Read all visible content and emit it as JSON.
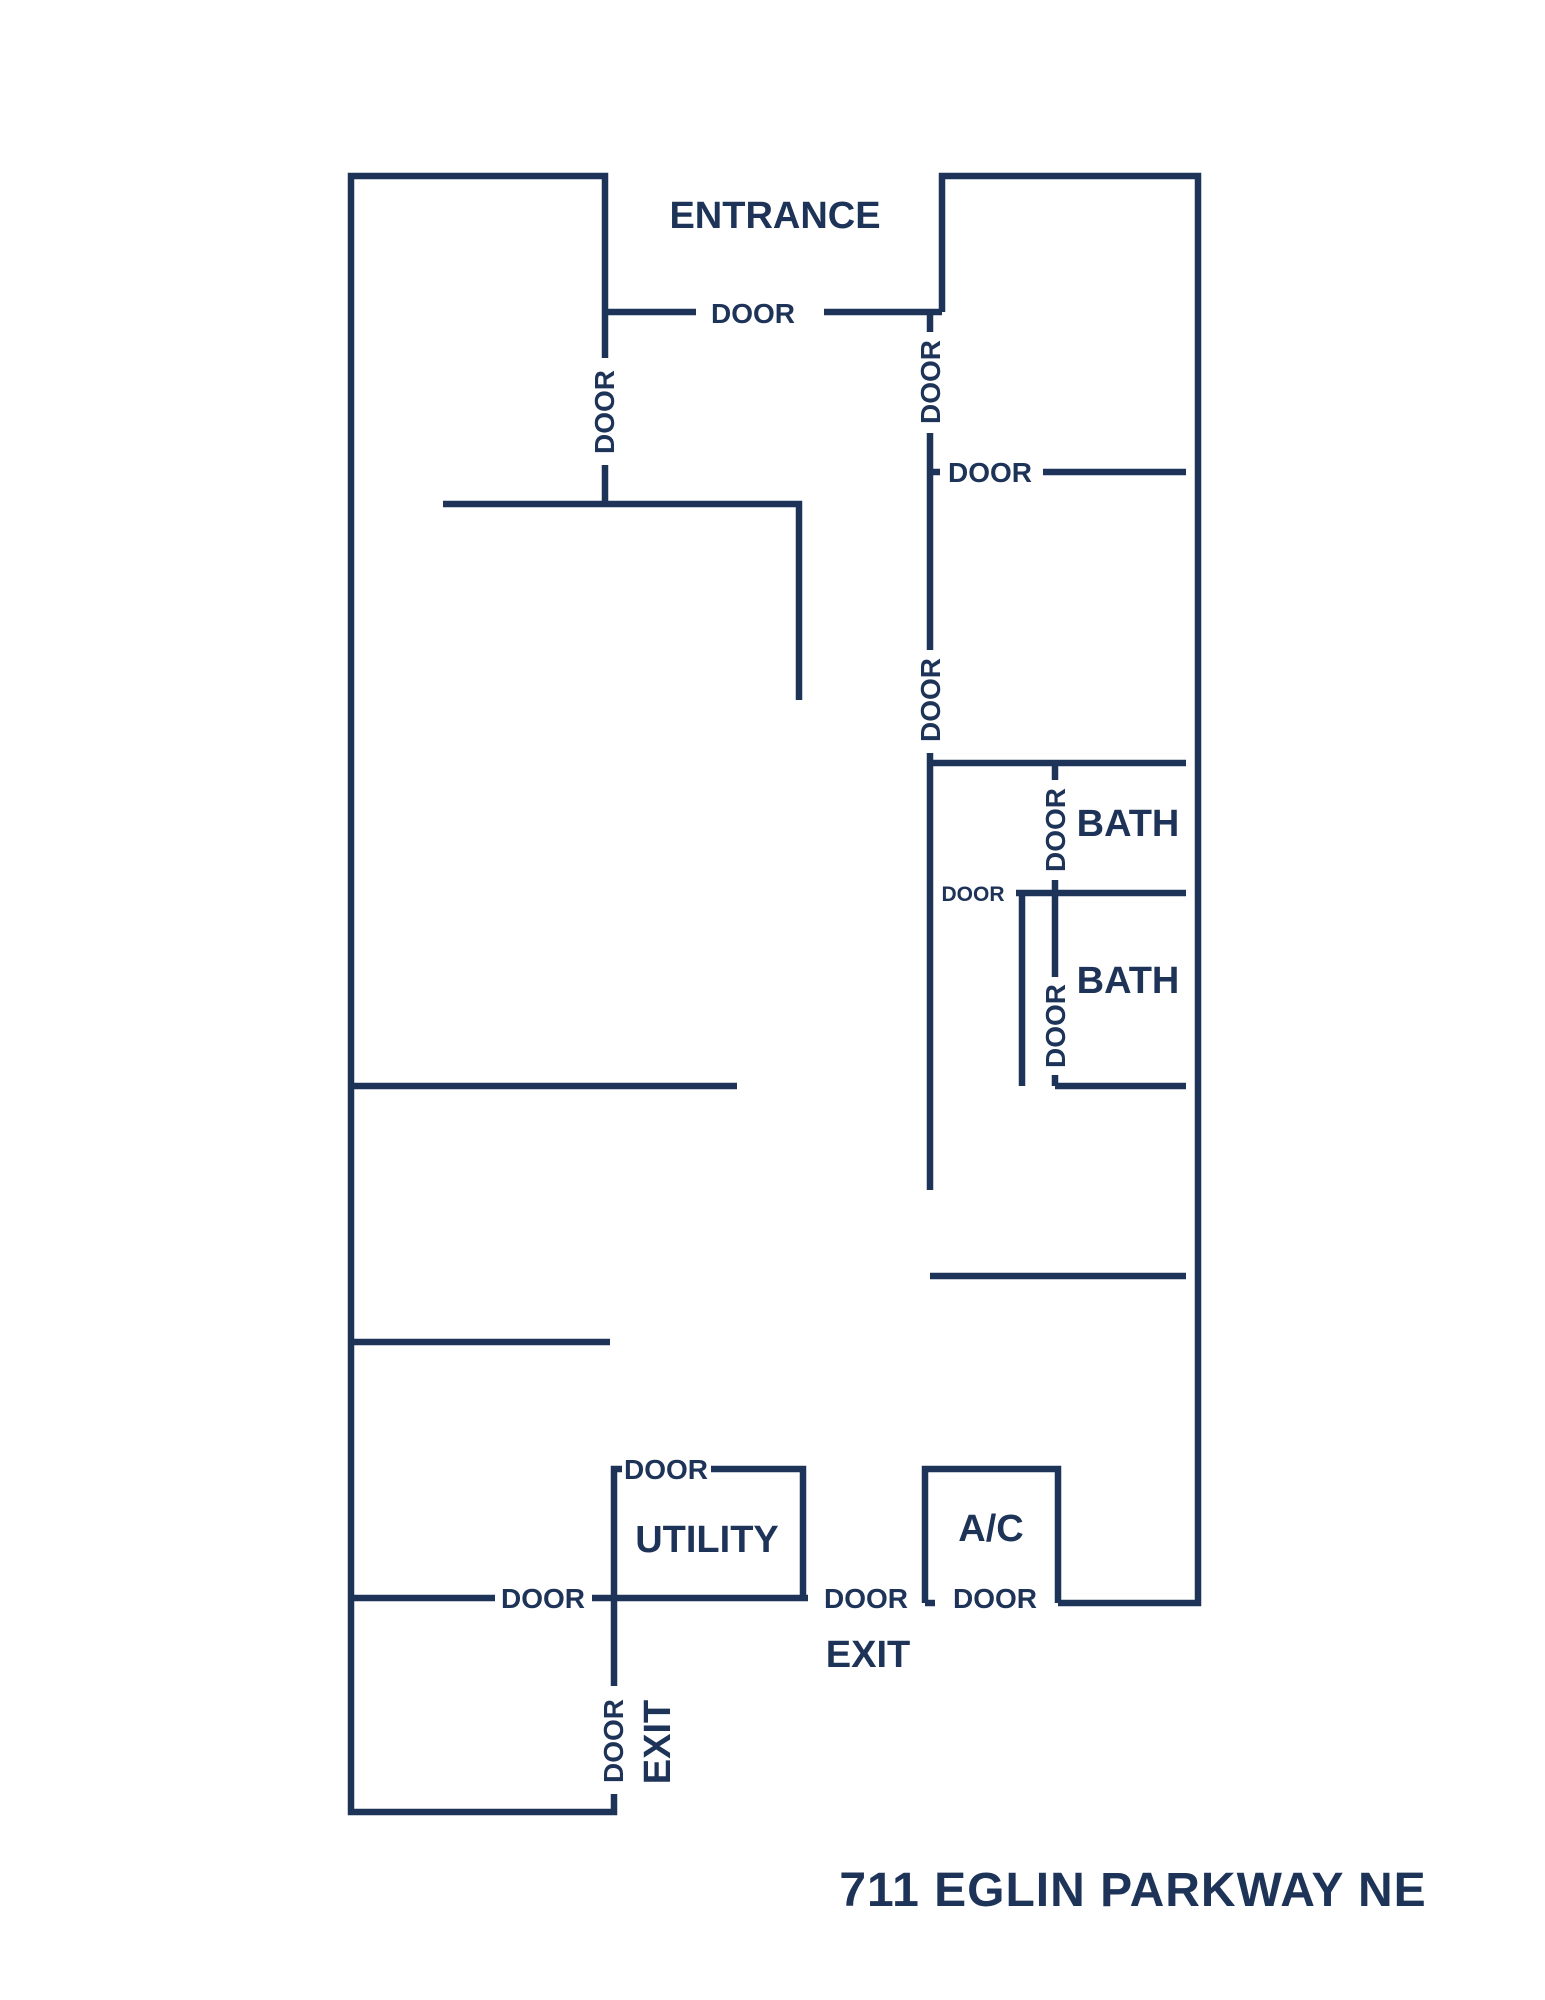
{
  "labels": {
    "entrance": "ENTRANCE",
    "bath": "BATH",
    "utility": "UTILITY",
    "ac": "A/C",
    "exit": "EXIT",
    "door": "DOOR"
  },
  "address": "711 EGLIN PARKWAY NE",
  "colors": {
    "ink": "#1e3358",
    "background": "#ffffff"
  }
}
